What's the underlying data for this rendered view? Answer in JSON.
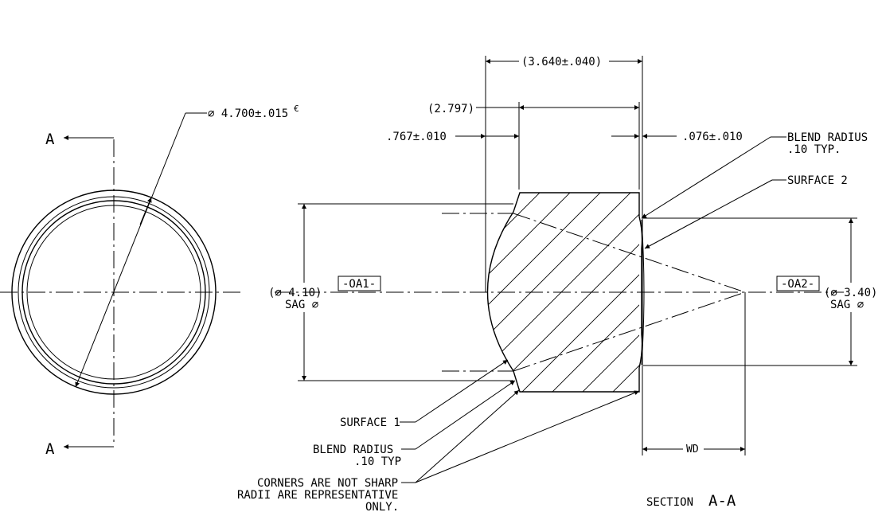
{
  "front_view": {
    "diameter_label": "⌀ 4.700±.015",
    "diameter_mark": "€",
    "section_mark_top": "A",
    "section_mark_bottom": "A"
  },
  "dimensions": {
    "overall_length": "(3.640±.040)",
    "ref_length": "(2.797)",
    "left_step": ".767±.010",
    "right_step": ".076±.010",
    "sag_diameter_left_value": "(⌀ 4.10)",
    "sag_diameter_left_label": "SAG ⌀",
    "sag_diameter_right_value": "(⌀ 3.40)",
    "sag_diameter_right_label": "SAG ⌀",
    "working_distance": "WD"
  },
  "datums": {
    "left": "-OA1-",
    "right": "-OA2-"
  },
  "callouts": {
    "blend_radius_right_line1": "BLEND RADIUS",
    "blend_radius_right_line2": ".10 TYP.",
    "surface_2": "SURFACE 2",
    "surface_1": "SURFACE 1",
    "blend_radius_left_line1": "BLEND  RADIUS",
    "blend_radius_left_line2": ".10 TYP",
    "corners_line1": "CORNERS ARE NOT SHARP",
    "corners_line2": "RADII ARE REPRESENTATIVE",
    "corners_line3": "ONLY."
  },
  "section_title": {
    "word": "SECTION",
    "letters": "A-A"
  }
}
